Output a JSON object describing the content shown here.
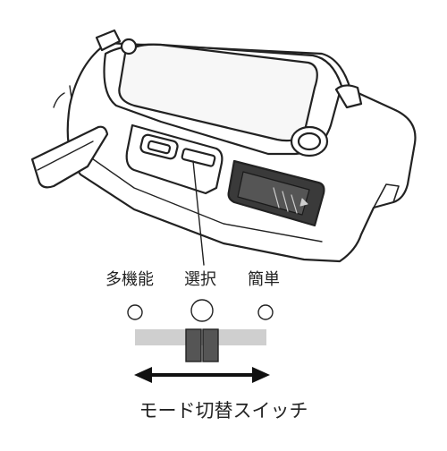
{
  "mode_labels": {
    "multi_function": "多機能",
    "select": "選択",
    "simple": "簡単"
  },
  "caption": "モード切替スイッチ",
  "selected_mode": "select",
  "colors": {
    "line": "#222222",
    "slider_track": "#cfcfcf",
    "slider_knob": "#555555",
    "panel_dark": "#3a3a3a"
  },
  "icons": [
    "device-illustration",
    "mode-switch-slider",
    "double-headed-arrow-icon"
  ]
}
